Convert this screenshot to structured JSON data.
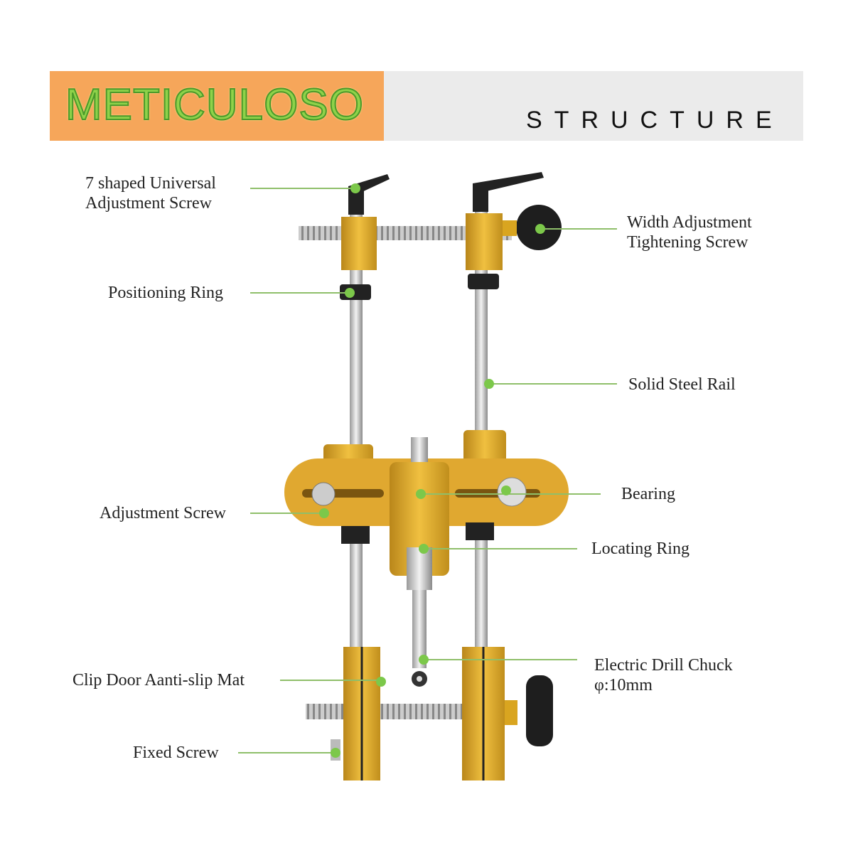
{
  "header": {
    "brand": "METICULOSO",
    "title": "STRUCTURE"
  },
  "labels": {
    "universal_screw": [
      "7 shaped Universal",
      "Adjustment Screw"
    ],
    "width_screw": [
      "Width Adjustment",
      "Tightening Screw"
    ],
    "positioning_ring": "Positioning Ring",
    "steel_rail": "Solid Steel Rail",
    "bearing": "Bearing",
    "adjustment_screw": "Adjustment Screw",
    "locating_ring": "Locating Ring",
    "drill_chuck": [
      "Electric Drill Chuck",
      "φ:10mm"
    ],
    "anti_slip_mat": "Clip Door Aanti-slip Mat",
    "fixed_screw": "Fixed Screw"
  },
  "colors": {
    "banner_orange": "#f6a65a",
    "banner_gray": "#ebebeb",
    "leader": "#8fbf6a",
    "dot": "#7cc84a",
    "gold": "#d9a520"
  }
}
